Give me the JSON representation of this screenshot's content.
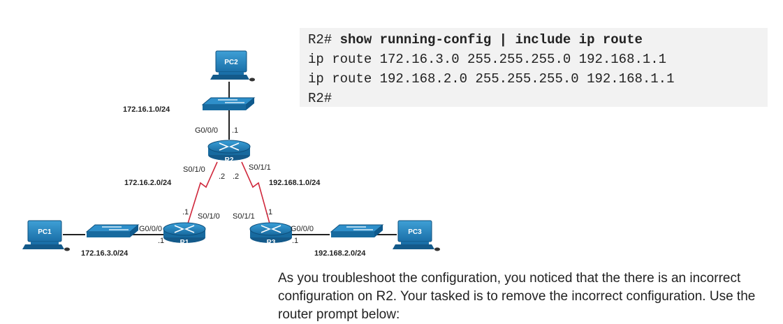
{
  "cli": {
    "prompt": "R2#",
    "command": "show running-config | include ip route",
    "output": [
      "ip route 172.16.3.0 255.255.255.0 192.168.1.1",
      "ip route 192.168.2.0 255.255.255.0 192.168.1.1"
    ],
    "end_prompt": "R2#"
  },
  "topology": {
    "devices": {
      "pc1": "PC1",
      "pc2": "PC2",
      "pc3": "PC3",
      "r1": "R1",
      "r2": "R2",
      "r3": "R3"
    },
    "networks": {
      "n1": "172.16.1.0/24",
      "n2": "172.16.2.0/24",
      "n3": "172.16.3.0/24",
      "n4": "192.168.1.0/24",
      "n5": "192.168.2.0/24"
    },
    "interfaces": {
      "r2_g": "G0/0/0",
      "r2_g_ip": ".1",
      "r2_s0": "S0/1/0",
      "r2_s0_ip": ".2",
      "r2_s1": "S0/1/1",
      "r2_s1_ip": ".2",
      "r1_s": "S0/1/0",
      "r1_s_ip": ".1",
      "r1_g": "G0/0/0",
      "r1_g_ip": ".1",
      "r3_s": "S0/1/1",
      "r3_s_ip": ".1",
      "r3_g": "G0/0/0",
      "r3_g_ip": ".1"
    }
  },
  "instructions": "As you troubleshoot the configuration, you noticed that the there is an incorrect configuration on R2. Your tasked is to remove the incorrect configuration. Use the router prompt below:"
}
